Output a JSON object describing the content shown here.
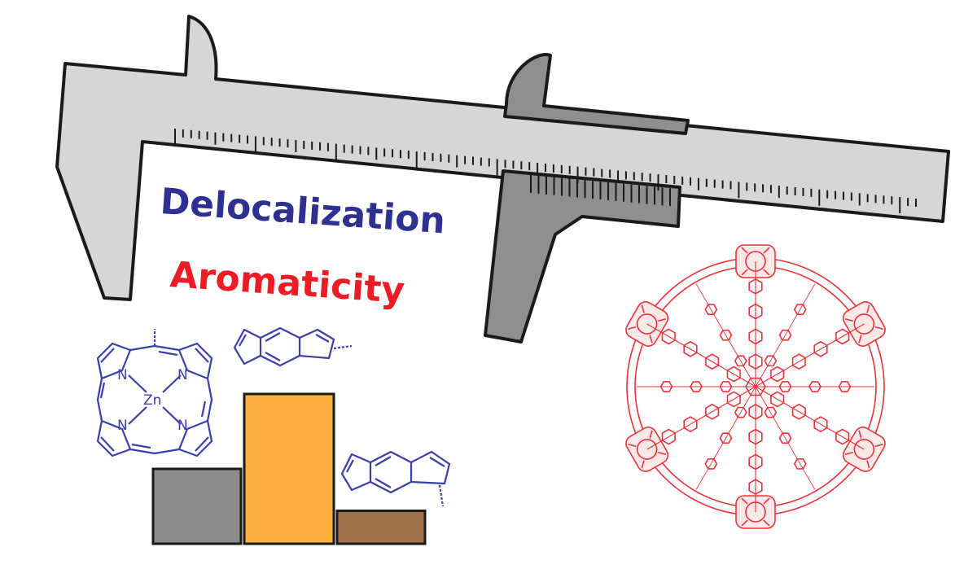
{
  "labels": {
    "delocalization": "Delocalization",
    "aromaticity": "Aromaticity"
  },
  "porphyrin": {
    "metal": "Zn",
    "nitrogen": "N"
  },
  "colors": {
    "delocalization_text": "#2e3192",
    "aromaticity_text": "#ed1c24",
    "caliper_body": "#d6d6d6",
    "caliper_slider": "#8f8f8f",
    "molecule_blue": "#3b3fa8",
    "nanoring_red": "#e8333a",
    "bar_gray": "#8c8c8c",
    "bar_orange": "#fbb040",
    "bar_brown": "#a0724a"
  },
  "icons": [
    "caliper-icon",
    "zinc-porphyrin-structure",
    "pentalene-fused-structure",
    "porphyrin-nanoball-structure"
  ],
  "bars": [
    {
      "name": "gray-bar",
      "value": 0.5
    },
    {
      "name": "orange-bar",
      "value": 1.0
    },
    {
      "name": "brown-bar",
      "value": 0.22
    }
  ]
}
